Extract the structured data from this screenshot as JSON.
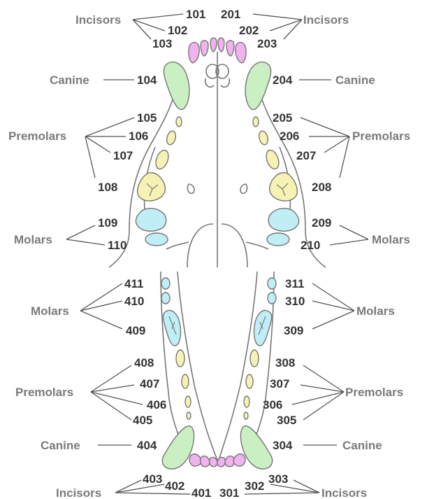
{
  "colors": {
    "incisor": "#f0b3ee",
    "canine": "#c9efc3",
    "premolar": "#f5f2b4",
    "molar": "#bfeef5"
  },
  "labels": {
    "incisors": "Incisors",
    "canine": "Canine",
    "premolars": "Premolars",
    "molars": "Molars"
  },
  "upper": {
    "right": {
      "incisors": [
        "101",
        "102",
        "103"
      ],
      "canine": "104",
      "premolars": [
        "105",
        "106",
        "107",
        "108"
      ],
      "molars": [
        "109",
        "110"
      ]
    },
    "left": {
      "incisors": [
        "201",
        "202",
        "203"
      ],
      "canine": "204",
      "premolars": [
        "205",
        "206",
        "207",
        "208"
      ],
      "molars": [
        "209",
        "210"
      ]
    }
  },
  "lower": {
    "left": {
      "incisors": [
        "301",
        "302",
        "303"
      ],
      "canine": "304",
      "premolars": [
        "305",
        "306",
        "307",
        "308"
      ],
      "molars": [
        "309",
        "310",
        "311"
      ]
    },
    "right": {
      "incisors": [
        "401",
        "402",
        "403"
      ],
      "canine": "404",
      "premolars": [
        "405",
        "406",
        "407",
        "408"
      ],
      "molars": [
        "409",
        "410",
        "411"
      ]
    }
  }
}
